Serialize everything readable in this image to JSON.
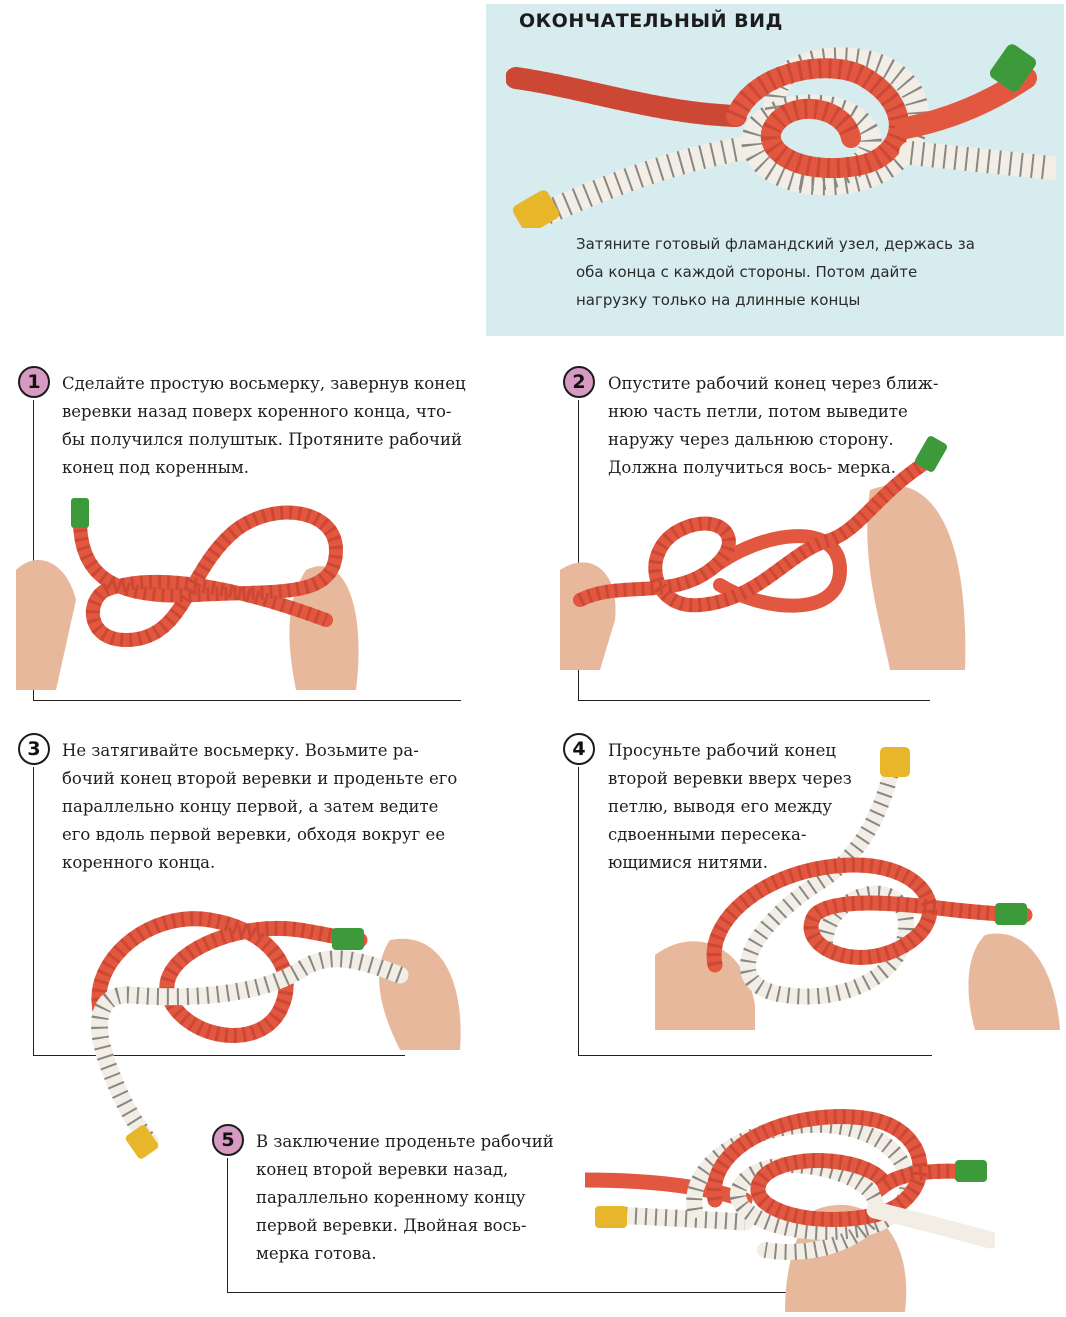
{
  "final": {
    "title": "ОКОНЧАТЕЛЬНЫЙ ВИД",
    "caption": "Затяните готовый фламандский узел, держась за оба конца с каждой стороны. Потом дайте нагрузку только на длинные концы"
  },
  "steps": [
    {
      "number": "1",
      "text": "Сделайте простую восьмерку, завернув конец веревки назад поверх коренного конца, что- бы получился полуштык. Протяните рабочий конец под коренным."
    },
    {
      "number": "2",
      "text": "Опустите рабочий конец через ближ- нюю часть петли, потом выведите наружу через дальнюю сторону. Должна получиться вось- мерка."
    },
    {
      "number": "3",
      "text": "Не затягивайте восьмерку. Возьмите ра- бочий конец второй веревки и проденьте его параллельно концу первой, а затем ведите его вдоль первой веревки, обходя вокруг ее коренного конца."
    },
    {
      "number": "4",
      "text": "Просуньте рабочий конец второй веревки вверх через петлю, выводя его между сдвоенными пересека- ющимися нитями."
    },
    {
      "number": "5",
      "text": "В заключение проденьте рабочий конец второй веревки назад, параллельно коренному концу первой веревки. Двойная вось- мерка готова."
    }
  ],
  "colors": {
    "panel_bg": "#d7ecef",
    "badge_pink": "#d69ac3",
    "rope_red": "#e2573f",
    "rope_white": "#f2eee6",
    "end_green": "#3d9a3a",
    "end_yellow": "#e8b62a",
    "skin": "#e8b89c"
  }
}
